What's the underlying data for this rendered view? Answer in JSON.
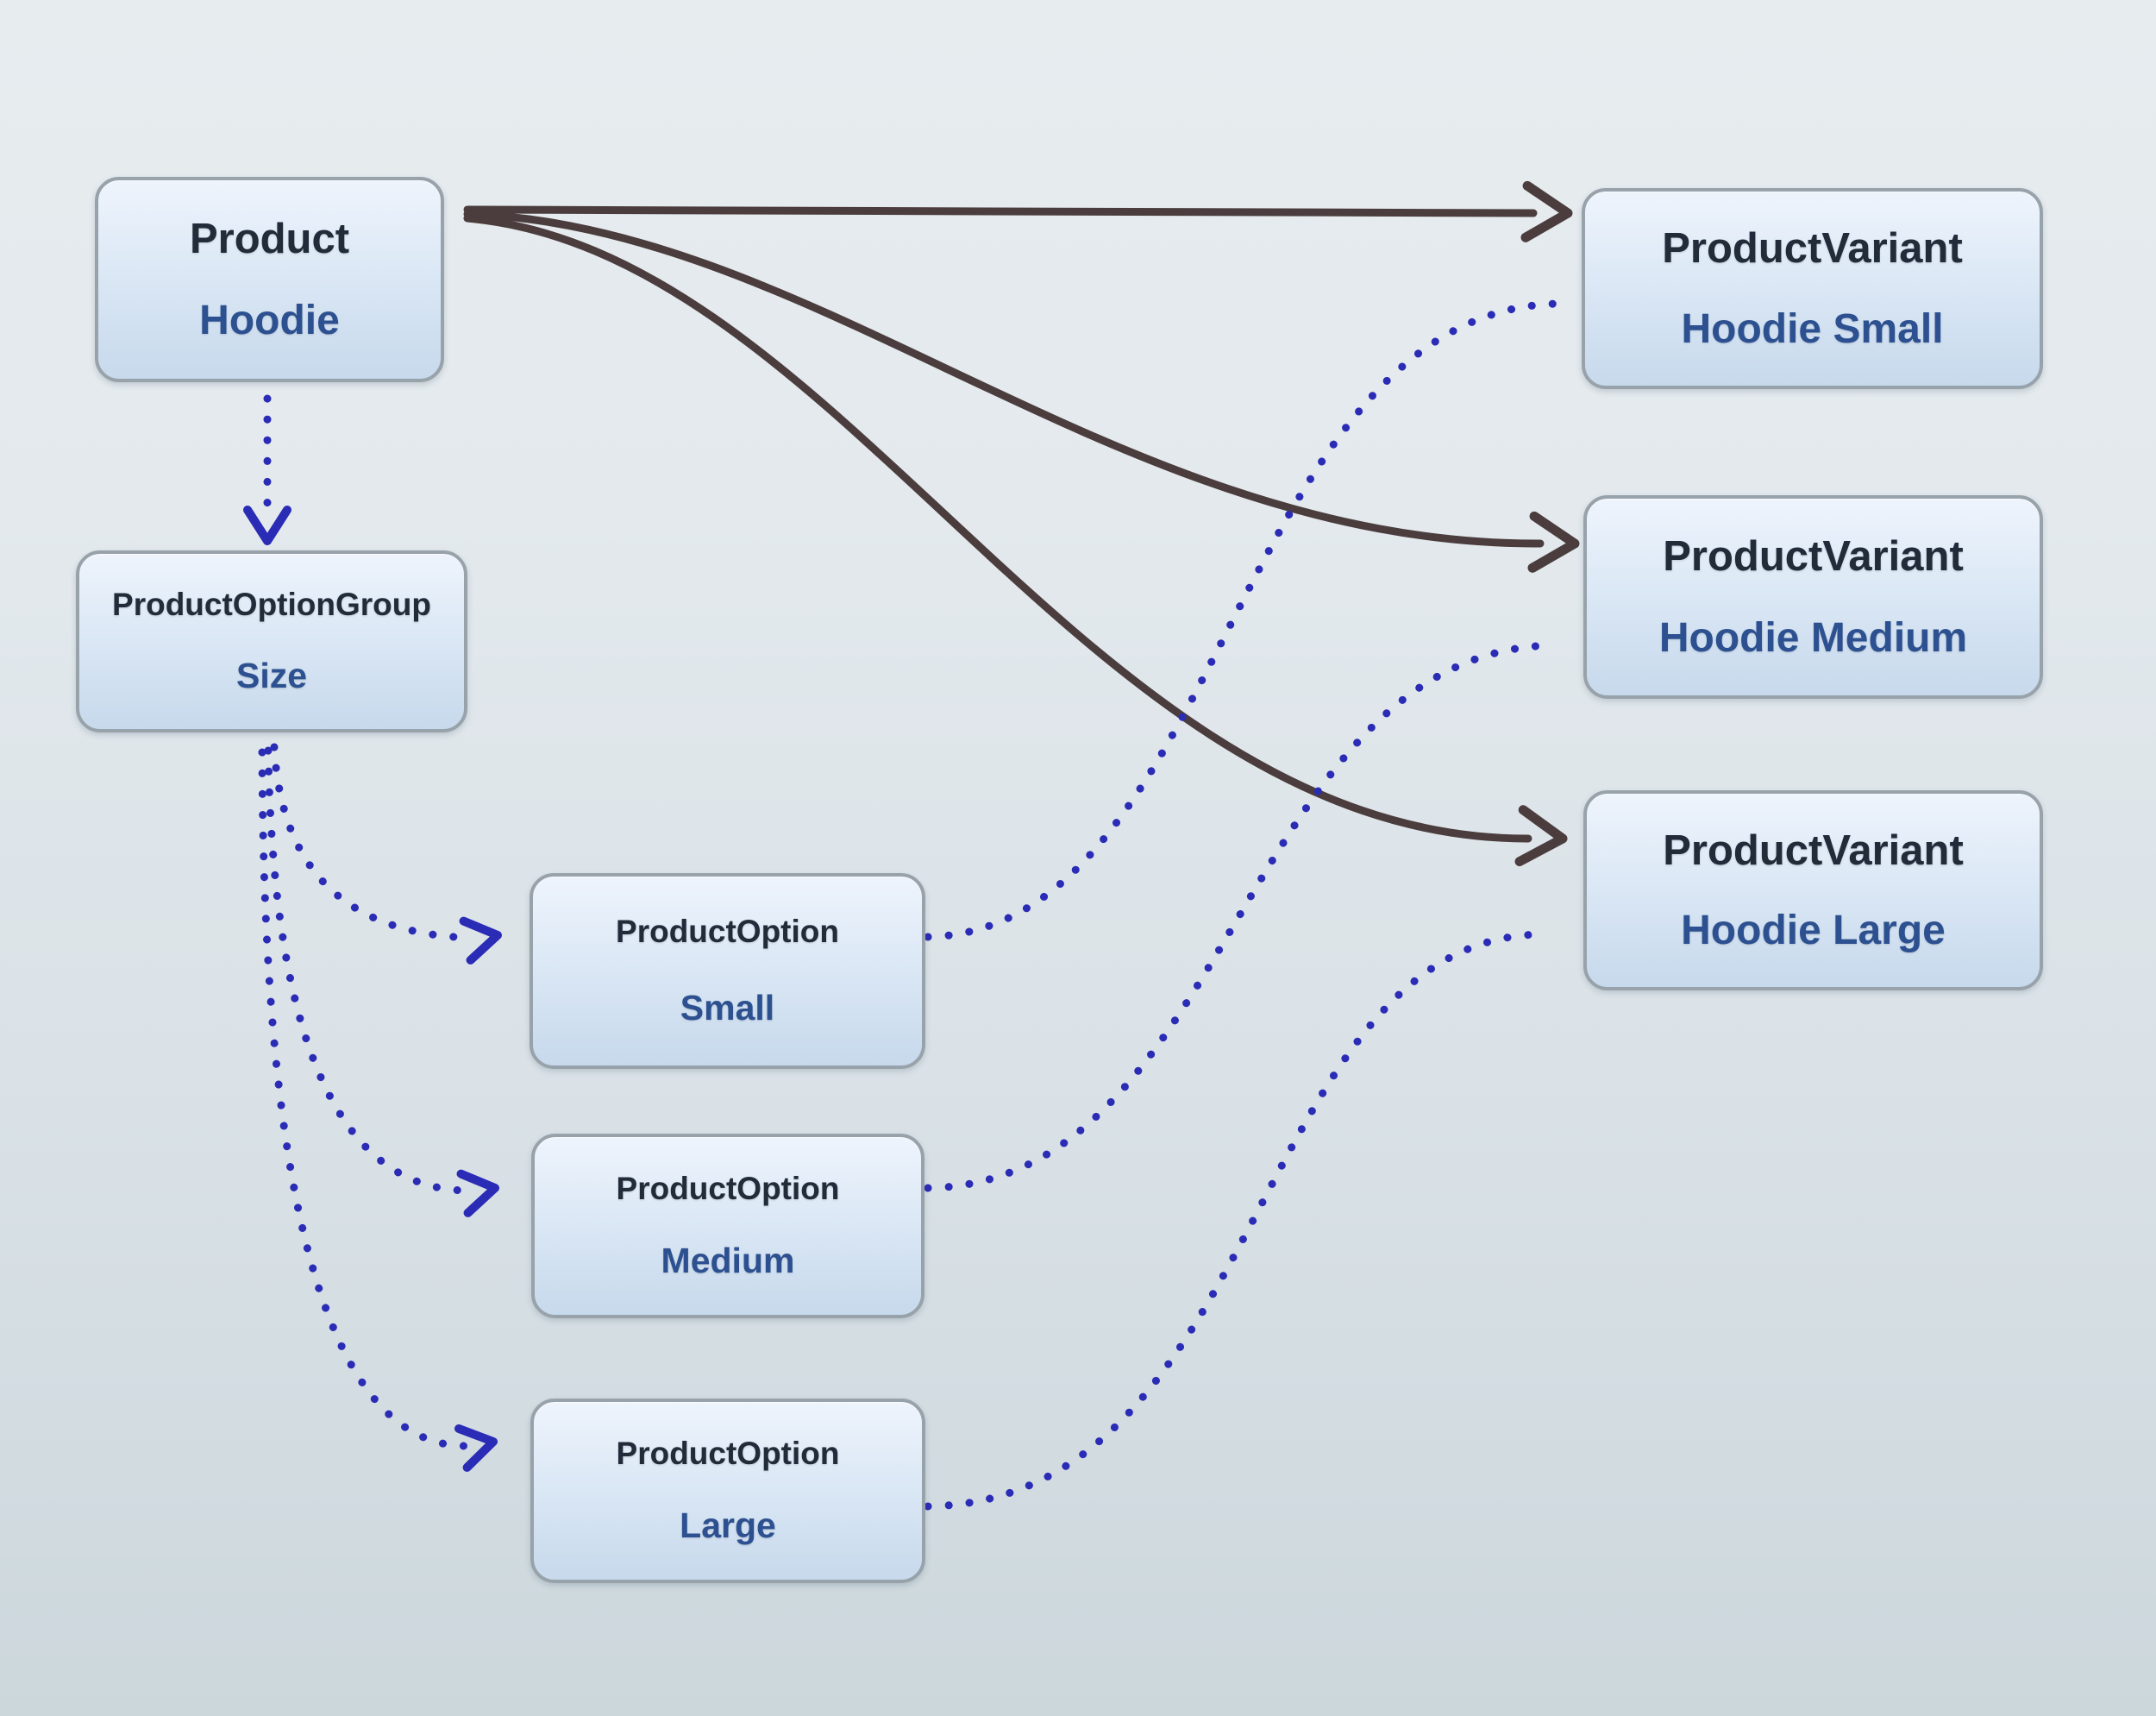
{
  "diagram": {
    "nodes": [
      {
        "id": "product",
        "type": "Product",
        "value": "Hoodie"
      },
      {
        "id": "product-option-group",
        "type": "ProductOptionGroup",
        "value": "Size"
      },
      {
        "id": "product-option-small",
        "type": "ProductOption",
        "value": "Small"
      },
      {
        "id": "product-option-medium",
        "type": "ProductOption",
        "value": "Medium"
      },
      {
        "id": "product-option-large",
        "type": "ProductOption",
        "value": "Large"
      },
      {
        "id": "product-variant-small",
        "type": "ProductVariant",
        "value": "Hoodie Small"
      },
      {
        "id": "product-variant-medium",
        "type": "ProductVariant",
        "value": "Hoodie Medium"
      },
      {
        "id": "product-variant-large",
        "type": "ProductVariant",
        "value": "Hoodie Large"
      }
    ],
    "edges": [
      {
        "from": "product",
        "to": "product-variant-small",
        "style": "solid"
      },
      {
        "from": "product",
        "to": "product-variant-medium",
        "style": "solid"
      },
      {
        "from": "product",
        "to": "product-variant-large",
        "style": "solid"
      },
      {
        "from": "product",
        "to": "product-option-group",
        "style": "dotted"
      },
      {
        "from": "product-option-group",
        "to": "product-option-small",
        "style": "dotted"
      },
      {
        "from": "product-option-group",
        "to": "product-option-medium",
        "style": "dotted"
      },
      {
        "from": "product-option-group",
        "to": "product-option-large",
        "style": "dotted"
      },
      {
        "from": "product-option-small",
        "to": "product-variant-small",
        "style": "dotted"
      },
      {
        "from": "product-option-medium",
        "to": "product-variant-medium",
        "style": "dotted"
      },
      {
        "from": "product-option-large",
        "to": "product-variant-large",
        "style": "dotted"
      }
    ],
    "colors": {
      "solid_edge": "#4b3d3d",
      "dotted_edge": "#2b2cb6",
      "node_border": "#98a2aa",
      "node_title": "#222b39",
      "node_value": "#2d5190",
      "background_top": "#e7ecef",
      "background_bottom": "#ccd7dc"
    }
  }
}
